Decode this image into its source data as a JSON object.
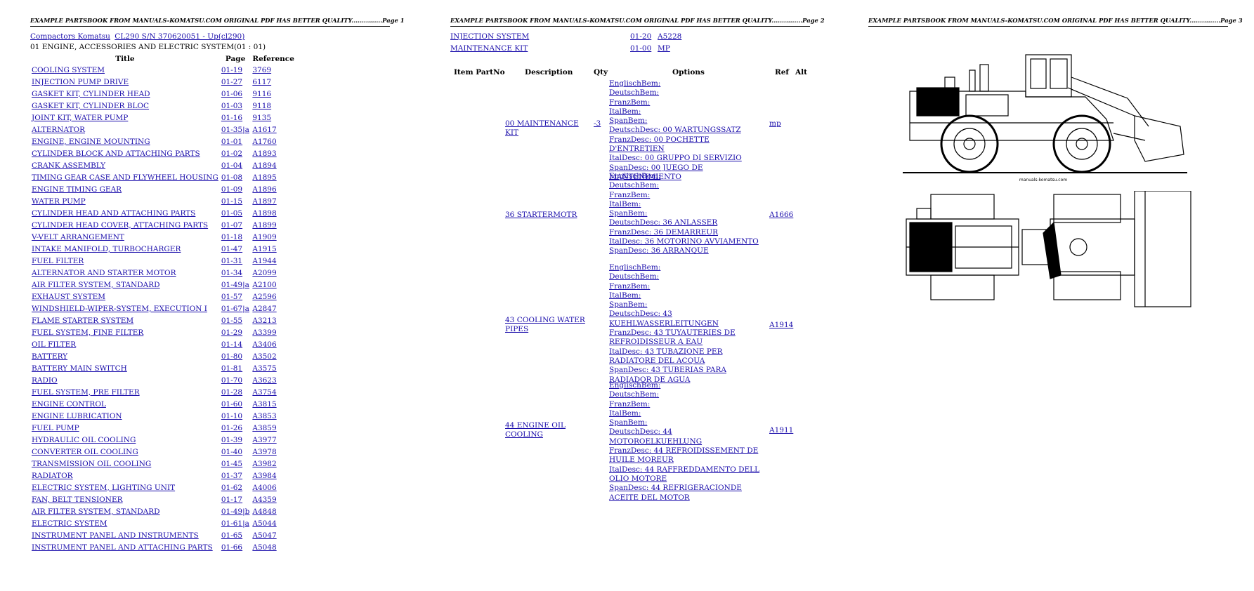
{
  "header": {
    "page1": "EXAMPLE PARTSBOOK FROM MANUALS-KOMATSU.COM ORIGINAL PDF HAS BETTER QUALITY...............Page 1",
    "page2": "EXAMPLE PARTSBOOK FROM MANUALS-KOMATSU.COM ORIGINAL PDF HAS BETTER QUALITY...............Page 2",
    "page3": "EXAMPLE PARTSBOOK FROM MANUALS-KOMATSU.COM ORIGINAL PDF HAS BETTER QUALITY...............Page 3"
  },
  "breadcrumb": [
    "Compactors Komatsu",
    "CL290 S/N 370620051 - Up(cl290)"
  ],
  "section_title": "01 ENGINE, ACCESSORIES AND ELECTRIC SYSTEM(01 : 01)",
  "toc": {
    "columns": [
      "Title",
      "Page",
      "Reference"
    ],
    "rows": [
      [
        "COOLING SYSTEM",
        "01-19",
        "3769"
      ],
      [
        "INJECTION PUMP DRIVE",
        "01-27",
        "6117"
      ],
      [
        "GASKET KIT, CYLINDER HEAD",
        "01-06",
        "9116"
      ],
      [
        "GASKET KIT, CYLINDER BLOC",
        "01-03",
        "9118"
      ],
      [
        "JOINT KIT, WATER PUMP",
        "01-16",
        "9135"
      ],
      [
        "ALTERNATOR",
        "01-35|a",
        "A1617"
      ],
      [
        "ENGINE, ENGINE MOUNTING",
        "01-01",
        "A1760"
      ],
      [
        "CYLINDER BLOCK AND ATTACHING PARTS",
        "01-02",
        "A1893"
      ],
      [
        "CRANK ASSEMBLY",
        "01-04",
        "A1894"
      ],
      [
        "TIMING GEAR CASE AND FLYWHEEL HOUSING",
        "01-08",
        "A1895"
      ],
      [
        "ENGINE TIMING GEAR",
        "01-09",
        "A1896"
      ],
      [
        "WATER PUMP",
        "01-15",
        "A1897"
      ],
      [
        "CYLINDER HEAD AND ATTACHING PARTS",
        "01-05",
        "A1898"
      ],
      [
        "CYLINDER HEAD COVER, ATTACHING PARTS",
        "01-07",
        "A1899"
      ],
      [
        "V-VELT ARRANGEMENT",
        "01-18",
        "A1909"
      ],
      [
        "INTAKE MANIFOLD, TURBOCHARGER",
        "01-47",
        "A1915"
      ],
      [
        "FUEL FILTER",
        "01-31",
        "A1944"
      ],
      [
        "ALTERNATOR AND STARTER MOTOR",
        "01-34",
        "A2099"
      ],
      [
        "AIR FILTER SYSTEM, STANDARD",
        "01-49|a",
        "A2100"
      ],
      [
        "EXHAUST SYSTEM",
        "01-57",
        "A2596"
      ],
      [
        "WINDSHIELD-WIPER-SYSTEM, EXECUTION I",
        "01-67|a",
        "A2847"
      ],
      [
        "FLAME STARTER SYSTEM",
        "01-55",
        "A3213"
      ],
      [
        "FUEL SYSTEM, FINE FILTER",
        "01-29",
        "A3399"
      ],
      [
        "OIL FILTER",
        "01-14",
        "A3406"
      ],
      [
        "BATTERY",
        "01-80",
        "A3502"
      ],
      [
        "BATTERY MAIN SWITCH",
        "01-81",
        "A3575"
      ],
      [
        "RADIO",
        "01-70",
        "A3623"
      ],
      [
        "FUEL SYSTEM, PRE FILTER",
        "01-28",
        "A3754"
      ],
      [
        "ENGINE CONTROL",
        "01-60",
        "A3815"
      ],
      [
        "ENGINE LUBRICATION",
        "01-10",
        "A3853"
      ],
      [
        "FUEL PUMP",
        "01-26",
        "A3859"
      ],
      [
        "HYDRAULIC OIL COOLING",
        "01-39",
        "A3977"
      ],
      [
        "CONVERTER OIL COOLING",
        "01-40",
        "A3978"
      ],
      [
        "TRANSMISSION OIL COOLING",
        "01-45",
        "A3982"
      ],
      [
        "RADIATOR",
        "01-37",
        "A3984"
      ],
      [
        "ELECTRIC SYSTEM, LIGHTING UNIT",
        "01-62",
        "A4006"
      ],
      [
        "FAN, BELT TENSIONER",
        "01-17",
        "A4359"
      ],
      [
        "AIR FILTER SYSTEM, STANDARD",
        "01-49|b",
        "A4848"
      ],
      [
        "ELECTRIC SYSTEM",
        "01-61|a",
        "A5044"
      ],
      [
        "INSTRUMENT PANEL AND INSTRUMENTS",
        "01-65",
        "A5047"
      ],
      [
        "INSTRUMENT PANEL AND ATTACHING PARTS",
        "01-66",
        "A5048"
      ]
    ]
  },
  "page2_links": [
    [
      "INJECTION SYSTEM",
      "01-20",
      "A5228"
    ],
    [
      "MAINTENANCE KIT",
      "01-00",
      "MP"
    ]
  ],
  "parts_table": {
    "columns": [
      "Item PartNo",
      "Description",
      "Qty",
      "Options",
      "Ref",
      "Alt"
    ],
    "rows": [
      {
        "description": "00 MAINTENANCE KIT",
        "qty": "-3",
        "ref": "mp",
        "options": [
          "EnglischBem:",
          "DeutschBem:",
          "FranzBem:",
          "ItalBem:",
          "SpanBem:",
          "DeutschDesc: 00 WARTUNGSSATZ",
          "FranzDesc: 00 POCHETTE D'ENTRETIEN",
          "ItalDesc: 00 GRUPPO DI SERVIZIO",
          "SpanDesc: 00 JUEGO DE MANTENIMIENTO"
        ]
      },
      {
        "description": "36 STARTERMOTR",
        "qty": "",
        "ref": "A1666",
        "options": [
          "EnglischBem:",
          "DeutschBem:",
          "FranzBem:",
          "ItalBem:",
          "SpanBem:",
          "DeutschDesc: 36 ANLASSER",
          "FranzDesc: 36 DEMARREUR",
          "ItalDesc: 36 MOTORINO AVVIAMENTO",
          "SpanDesc: 36 ARRANQUE"
        ]
      },
      {
        "description": "43 COOLING WATER PIPES",
        "qty": "",
        "ref": "A1914",
        "options": [
          "EnglischBem:",
          "DeutschBem:",
          "FranzBem:",
          "ItalBem:",
          "SpanBem:",
          "DeutschDesc: 43 KUEHLWASSERLEITUNGEN",
          "FranzDesc: 43 TUYAUTERIES DE REFROIDISSEUR A EAU",
          "ItalDesc: 43 TUBAZIONE PER RADIATORE DEL ACQUA",
          "SpanDesc: 43 TUBERIAS PARA RADIADOR DE AGUA"
        ]
      },
      {
        "description": "44 ENGINE OIL COOLING",
        "qty": "",
        "ref": "A1911",
        "options": [
          "EnglischBem:",
          "DeutschBem:",
          "FranzBem:",
          "ItalBem:",
          "SpanBem:",
          "DeutschDesc: 44 MOTOROELKUEHLUNG",
          "FranzDesc: 44 REFROIDISSEMENT DE HUILE MOREUR",
          "ItalDesc: 44 RAFFREDDAMENTO DELL OLIO MOTORE",
          "SpanDesc: 44 REFRIGERACIONDE ACEITE DEL MOTOR"
        ]
      }
    ]
  },
  "drawing_caption": "manuals-komatsu.com"
}
